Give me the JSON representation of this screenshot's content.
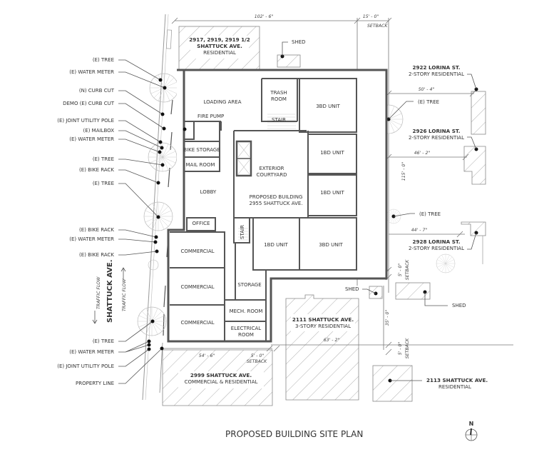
{
  "title": "PROPOSED BUILDING SITE PLAN",
  "north_arrow": {
    "label": "N"
  },
  "street": {
    "name": "SHATTUCK AVE.",
    "traffic_flow_left": "TRAFFIC FLOW",
    "traffic_flow_right": "TRAFFIC FLOW"
  },
  "callouts_left": [
    "(E) TREE",
    "(E) WATER METER",
    "(N) CURB CUT",
    "DEMO (E) CURB CUT",
    "(E) JOINT UTILITY POLE",
    "(E) MAILBOX",
    "(E) WATER METER",
    "(E) TREE",
    "(E) BIKE RACK",
    "(E) TREE",
    "(E) BIKE RACK",
    "(E) WATER METER",
    "(E) BIKE RACK",
    "(E) TREE",
    "(E) WATER METER",
    "(E) JOINT UTILITY POLE",
    "PROPERTY LINE"
  ],
  "neighbors": {
    "n2917": {
      "line1": "2917, 2919, 2919 1/2",
      "line2": "SHATTUCK AVE.",
      "line3": "RESIDENTIAL"
    },
    "n2922": {
      "line1": "2922 LORINA ST.",
      "line2": "2-STORY RESIDENTIAL"
    },
    "n2926": {
      "line1": "2926 LORINA ST.",
      "line2": "2-STORY RESIDENTIAL"
    },
    "n2928": {
      "line1": "2928 LORINA ST.",
      "line2": "2-STORY RESIDENTIAL"
    },
    "n2111": {
      "line1": "2111 SHATTUCK AVE.",
      "line2": "3-STORY RESIDENTIAL"
    },
    "n2113": {
      "line1": "2113 SHATTUCK AVE.",
      "line2": "RESIDENTIAL"
    },
    "n2999": {
      "line1": "2999 SHATTUCK AVE.",
      "line2": "COMMERCIAL & RESIDENTIAL"
    }
  },
  "sheds": [
    "SHED",
    "SHED",
    "SHED"
  ],
  "trees_right": [
    "(E) TREE",
    "(E) TREE"
  ],
  "dimensions": {
    "top_width": "102' - 6\"",
    "top_setback": "15' - 0\"",
    "setback_label": "SETBACK",
    "d50_4": "50' - 4\"",
    "d46_2": "46' - 2\"",
    "d115": "115' - 0\"",
    "d44_7": "44' - 7\"",
    "d5_0_a": "5' - 0\"",
    "d35_0": "35' - 0\"",
    "d5_0_b": "5' - 0\"",
    "d63_2": "63' - 2\"",
    "d54_6": "54' - 6\"",
    "d5_0_c": "5' - 0\""
  },
  "building": {
    "name_line1": "PROPOSED BUILDING",
    "name_line2": "2955 SHATTUCK AVE.",
    "rooms": {
      "loading_area": "LOADING AREA",
      "trash_room_1": "TRASH",
      "trash_room_2": "ROOM",
      "stair_top": "STAIR",
      "unit_3bd_top": "3BD UNIT",
      "fire_pump": "FIRE PUMP",
      "bike_storage": "BIKE STORAGE",
      "mail_room": "MAIL ROOM",
      "courtyard_1": "EXTERIOR",
      "courtyard_2": "COURTYARD",
      "unit_1bd_a": "1BD UNIT",
      "unit_1bd_b": "1BD UNIT",
      "lobby": "LOBBY",
      "office": "OFFICE",
      "stair_mid": "STAIR",
      "unit_1bd_c": "1BD UNIT",
      "unit_3bd_bottom": "3BD UNIT",
      "commercial_1": "COMMERCIAL",
      "commercial_2": "COMMERCIAL",
      "commercial_3": "COMMERCIAL",
      "storage": "STORAGE",
      "mech_room": "MECH. ROOM",
      "electrical_1": "ELECTRICAL",
      "electrical_2": "ROOM"
    }
  }
}
